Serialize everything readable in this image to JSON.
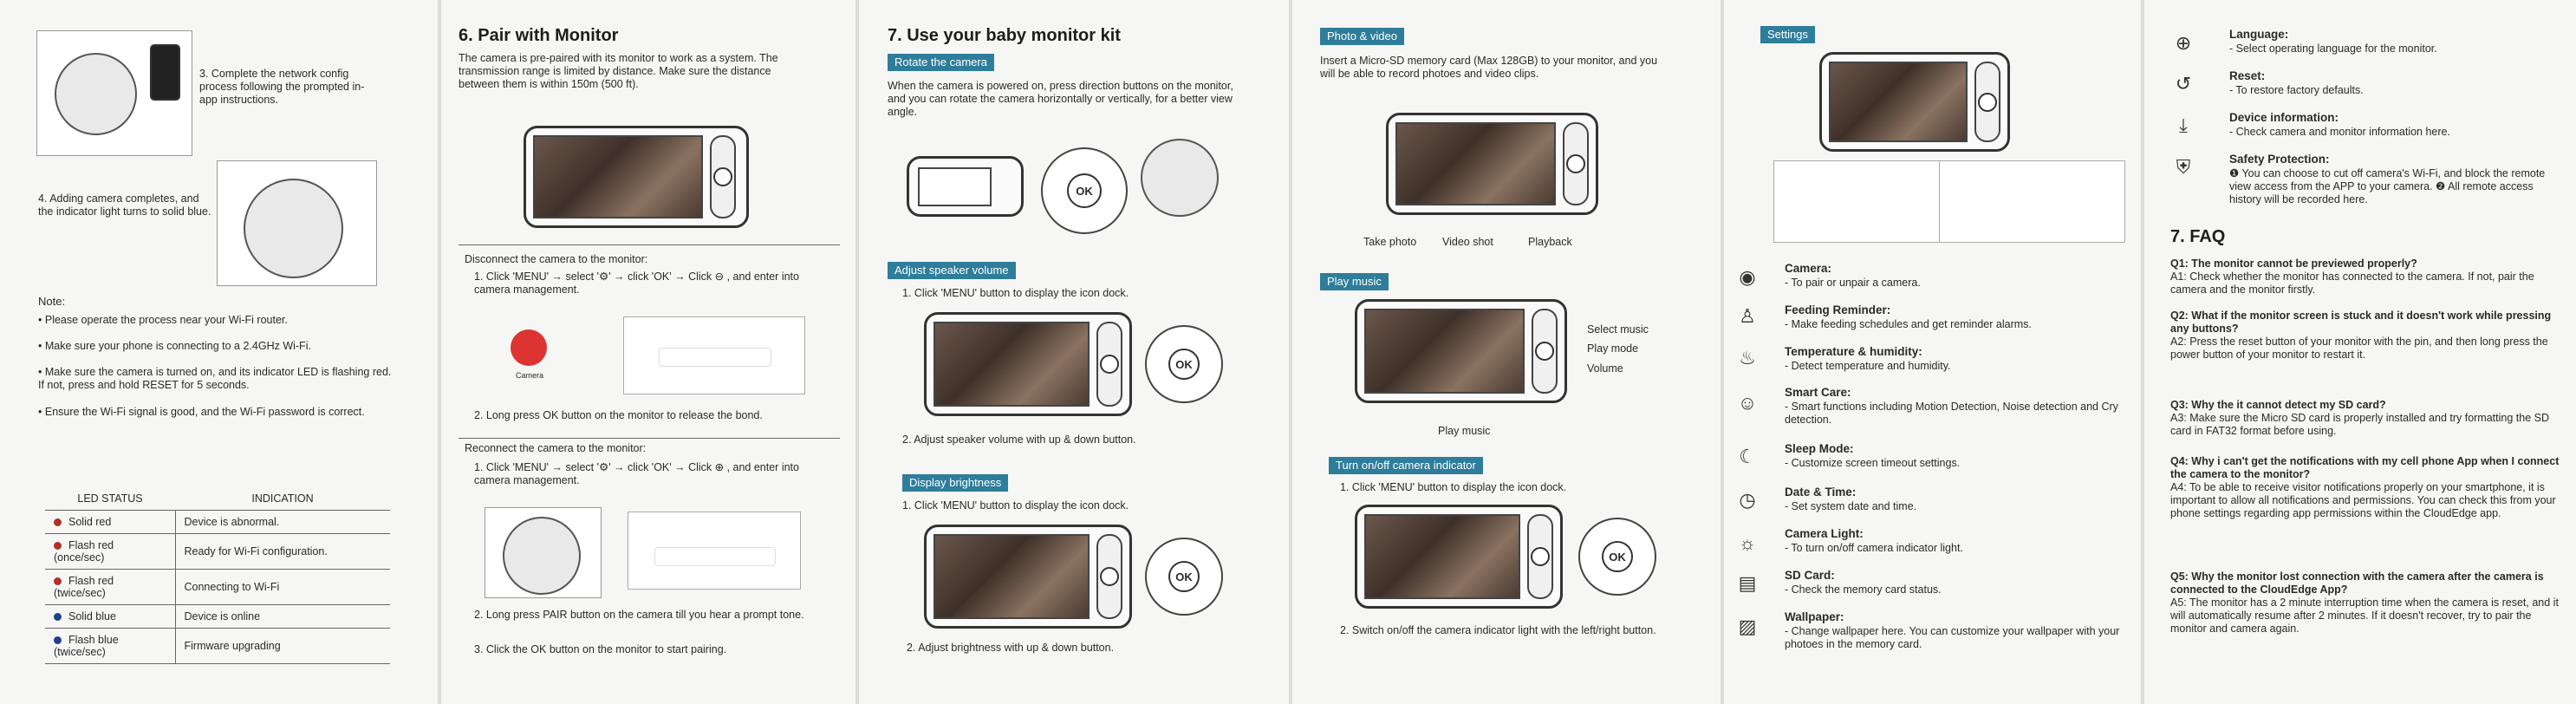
{
  "panel1": {
    "step3": "3. Complete the network config process following the prompted in-app instructions.",
    "step4": "4. Adding camera completes, and the indicator light turns to solid blue.",
    "note_title": "Note:",
    "notes": [
      "Please operate the process near your Wi-Fi router.",
      "Make sure your phone is connecting to a 2.4GHz Wi-Fi.",
      "Make sure the camera is turned on, and its indicator LED is flashing red. If not, press and hold RESET for 5 seconds.",
      "Ensure the Wi-Fi signal is good, and the Wi-Fi password is correct."
    ],
    "table_headers": [
      "LED STATUS",
      "INDICATION"
    ],
    "table_rows": [
      {
        "status": "Solid red",
        "indication": "Device is abnormal.",
        "color": "#c0392b"
      },
      {
        "status": "Flash red (once/sec)",
        "indication": "Ready for Wi-Fi configuration.",
        "color": "#c0392b"
      },
      {
        "status": "Flash red (twice/sec)",
        "indication": "Connecting to Wi-Fi",
        "color": "#c0392b"
      },
      {
        "status": "Solid blue",
        "indication": "Device is online",
        "color": "#1f3f8f"
      },
      {
        "status": "Flash blue (twice/sec)",
        "indication": "Firmware upgrading",
        "color": "#1f3f8f"
      }
    ]
  },
  "panel2": {
    "title": "6. Pair with Monitor",
    "intro": "The camera is pre-paired with its monitor to work as a system. The transmission range is limited by distance. Make sure the distance between them is within 150m (500 ft).",
    "disconnect_title": "Disconnect the camera to the monitor:",
    "disconnect_step1": "1. Click 'MENU' → select '⚙' → click 'OK' → Click ⊖ , and enter into camera management.",
    "camera_label": "Camera",
    "disconnect_step2": "2. Long press OK button on the monitor to release the bond.",
    "reconnect_title": "Reconnect the camera to the monitor:",
    "reconnect_step1": "1. Click 'MENU' → select '⚙' → click 'OK' → Click ⊕ , and enter into camera management.",
    "reconnect_step2": "2. Long press PAIR button on the camera till you hear a prompt tone.",
    "reconnect_step3": "3. Click the OK button on the monitor to start pairing."
  },
  "panel3": {
    "title": "7. Use your baby monitor kit",
    "rotate_tag": "Rotate the camera",
    "rotate_text": "When the camera is powered on, press direction buttons on the monitor, and you can rotate the camera horizontally or vertically, for a better view angle.",
    "speaker_tag": "Adjust speaker volume",
    "speaker_step1": "1. Click 'MENU' button to display the icon dock.",
    "speaker_step2": "2. Adjust speaker volume with up & down button.",
    "bright_tag": "Display brightness",
    "bright_step1": "1. Click 'MENU' button to display the icon dock.",
    "bright_step2": "2. Adjust brightness with up & down button.",
    "ok": "OK"
  },
  "panel4": {
    "photo_tag": "Photo & video",
    "photo_text": "Insert a Micro-SD memory card (Max 128GB) to your monitor, and you will be able to record photoes and video clips.",
    "photo_labels": [
      "Take photo",
      "Video shot",
      "Playback"
    ],
    "music_tag": "Play music",
    "music_labels": [
      "Select music",
      "Play mode",
      "Volume"
    ],
    "music_caption": "Play music",
    "indicator_tag": "Turn on/off camera indicator",
    "indicator_step1": "1. Click 'MENU' button to display the icon dock.",
    "indicator_step2": "2. Switch on/off the camera indicator light with the left/right button."
  },
  "panel5": {
    "settings_tag": "Settings",
    "features": [
      {
        "icon": "camera-icon",
        "glyph": "◉",
        "title": "Camera:",
        "desc": "- To pair or unpair a camera."
      },
      {
        "icon": "bottle-icon",
        "glyph": "🍼",
        "title": "Feeding Reminder:",
        "desc": "- Make feeding schedules and get reminder alarms."
      },
      {
        "icon": "thermometer-icon",
        "glyph": "🌡",
        "title": "Temperature & humidity:",
        "desc": "- Detect temperature and humidity."
      },
      {
        "icon": "smart-care-icon",
        "glyph": "☺",
        "title": "Smart Care:",
        "desc": "- Smart functions including Motion Detection, Noise detection and Cry detection."
      },
      {
        "icon": "moon-icon",
        "glyph": "☾",
        "title": "Sleep Mode:",
        "desc": "- Customize screen timeout settings."
      },
      {
        "icon": "clock-icon",
        "glyph": "◷",
        "title": "Date & Time:",
        "desc": "- Set system date and time."
      },
      {
        "icon": "lamp-icon",
        "glyph": "☼",
        "title": "Camera Light:",
        "desc": "- To turn on/off camera indicator light."
      },
      {
        "icon": "sd-card-icon",
        "glyph": "▤",
        "title": "SD Card:",
        "desc": "- Check the memory card status."
      },
      {
        "icon": "image-icon",
        "glyph": "▨",
        "title": "Wallpaper:",
        "desc": "- Change wallpaper here. You can customize your wallpaper with your photoes in the memory card."
      }
    ]
  },
  "panel6": {
    "features": [
      {
        "icon": "globe-icon",
        "glyph": "⊕",
        "title": "Language:",
        "desc": "- Select operating language for the monitor."
      },
      {
        "icon": "reset-icon",
        "glyph": "↺",
        "title": "Reset:",
        "desc": "- To restore factory defaults."
      },
      {
        "icon": "download-icon",
        "glyph": "⤓",
        "title": "Device information:",
        "desc": "- Check camera and monitor information here."
      },
      {
        "icon": "shield-icon",
        "glyph": "⛨",
        "title": "Safety Protection:",
        "desc": "❶ You can choose to cut off camera's Wi-Fi, and block the remote view access from the APP to your camera. ❷ All remote access history will be recorded here."
      }
    ],
    "faq_title": "7. FAQ",
    "faqs": [
      {
        "q": "Q1: The monitor cannot be previewed properly?",
        "a": "A1: Check whether the monitor has connected to the camera. If not, pair the camera and the monitor firstly."
      },
      {
        "q": "Q2: What if the monitor screen is stuck and it doesn't work while pressing any buttons?",
        "a": "A2: Press the reset button of your monitor with the pin, and then long press the power button of your monitor to restart it."
      },
      {
        "q": "Q3: Why the it cannot detect my SD card?",
        "a": "A3: Make sure the Micro SD card is properly installed and try formatting the SD card in FAT32 format before using."
      },
      {
        "q": "Q4: Why i can't get the notifications with my cell phone App when I connect the camera to the monitor?",
        "a": "A4: To be able to receive visitor notifications properly on your smartphone, it is important to allow all notifications and permissions. You can check this from your phone settings regarding app permissions within the CloudEdge app."
      },
      {
        "q": "Q5: Why the monitor lost connection with the camera after the camera is connected to the CloudEdge App?",
        "a": "A5: The monitor has a 2 minute interruption time when the camera is reset, and it will automatically resume after 2 minutes. If it doesn't recover, try to pair the monitor and camera again."
      }
    ]
  }
}
